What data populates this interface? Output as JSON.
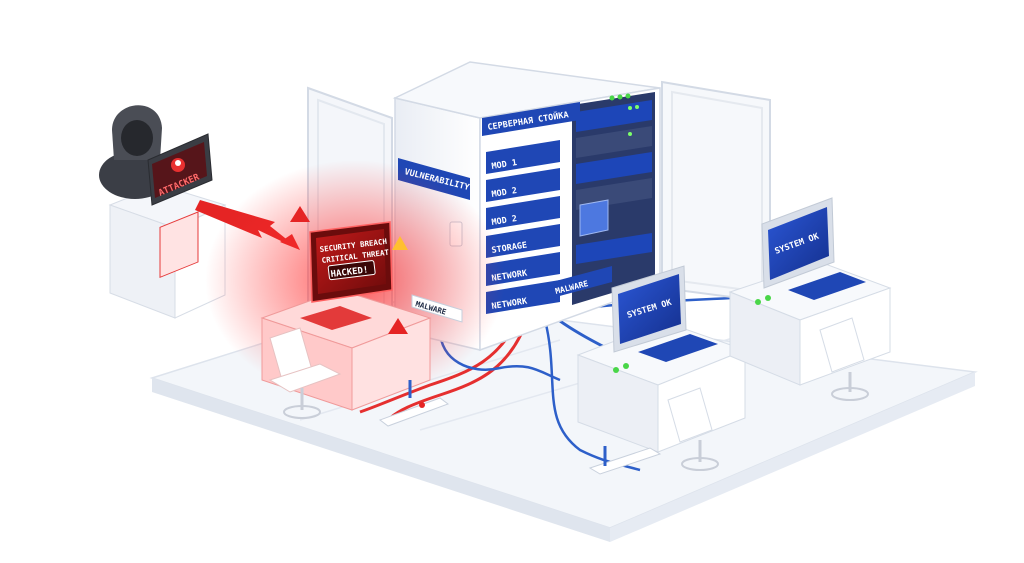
{
  "attacker": {
    "label": "ATTACKER"
  },
  "rack": {
    "title": "СЕРВЕРНАЯ СТОЙКА",
    "vulnerability_label": "VULNERABILITY",
    "units": [
      "MOD 1",
      "MOD 2",
      "MOD 2",
      "STORAGE",
      "NETWORK",
      "NETWORK"
    ],
    "malware_right": "MALWARE"
  },
  "hacked_station": {
    "line1": "SECURITY BREACH",
    "line2": "CRITICAL THREAT",
    "line3": "HACKED!",
    "malware_left": "MALWARE"
  },
  "station_center": {
    "status": "SYSTEM OK"
  },
  "station_right": {
    "status": "SYSTEM OK"
  },
  "colors": {
    "threat": "#e8262a",
    "ok_screen": "#1c3fae",
    "accent": "#2d5fc9",
    "floor": "#f1f4f9"
  }
}
